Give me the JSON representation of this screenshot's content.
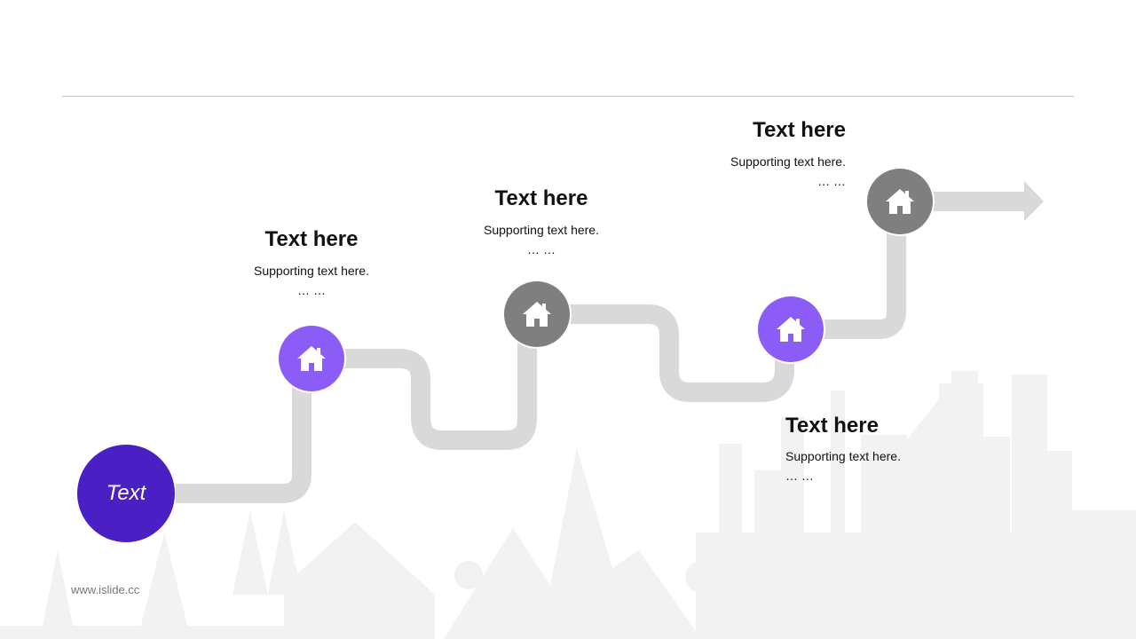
{
  "start": {
    "label": "Text",
    "color": "#4a1fc4"
  },
  "steps": [
    {
      "title": "Text here",
      "text": "Supporting text here.",
      "more": "… …",
      "icon": "home-icon",
      "color": "#8b5cf6"
    },
    {
      "title": "Text here",
      "text": "Supporting text here.",
      "more": "… …",
      "icon": "home-icon",
      "color": "#7f7f7f"
    },
    {
      "title": "Text here",
      "text": "Supporting text here.",
      "more": "… …",
      "icon": "home-icon",
      "color": "#8b5cf6"
    },
    {
      "title": "Text here",
      "text": "Supporting text here.",
      "more": "… …",
      "icon": "home-icon",
      "color": "#7f7f7f"
    }
  ],
  "footer": "www.islide.cc",
  "colors": {
    "path": "#d9d9d9",
    "rule": "#bfbfbf",
    "skyline": "#f2f2f2"
  }
}
